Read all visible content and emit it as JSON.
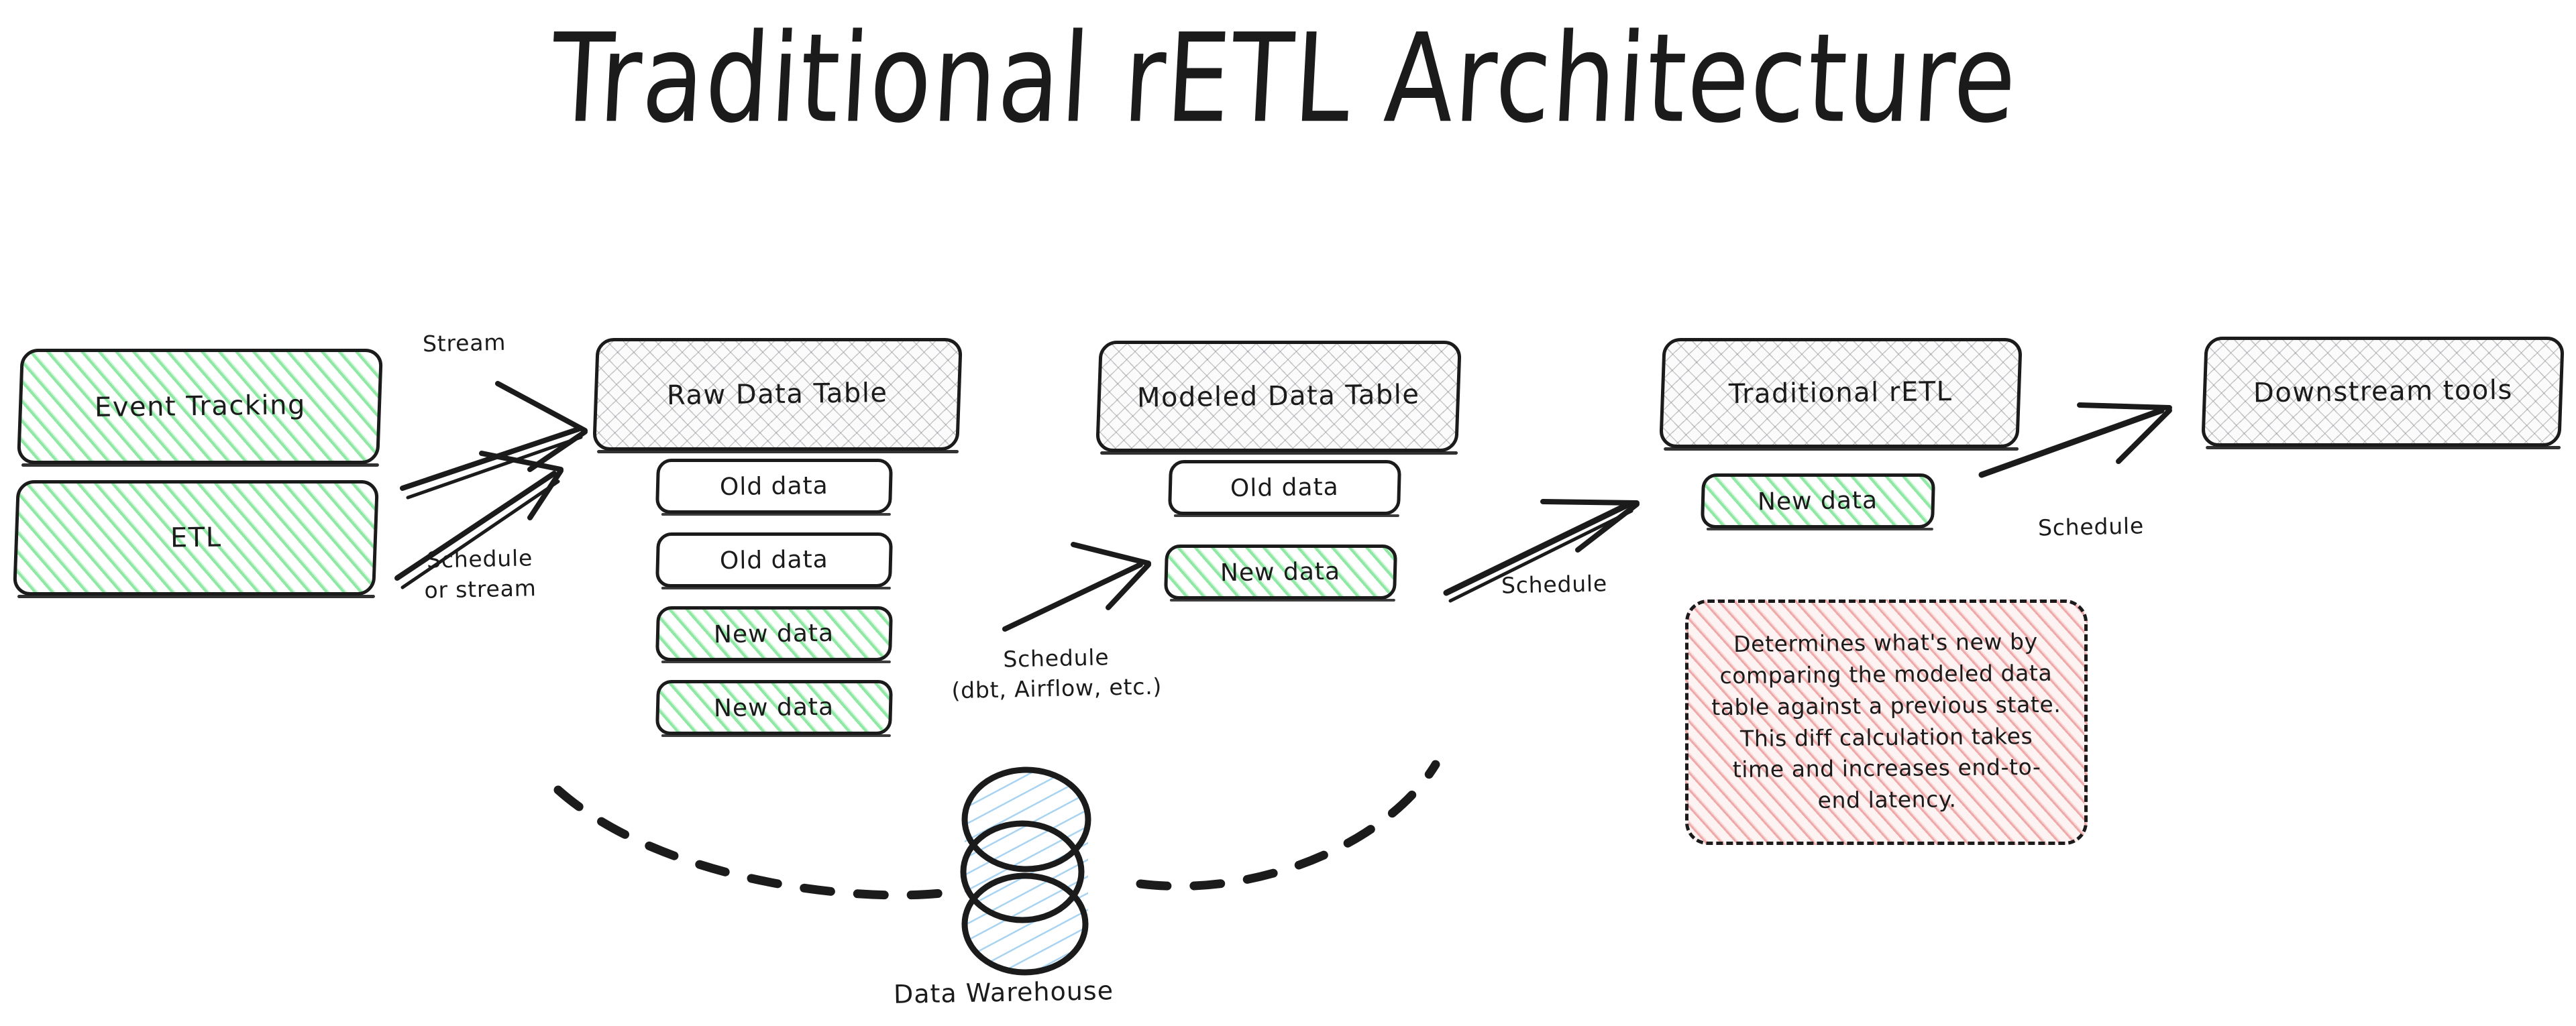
{
  "title": "Traditional rETL Architecture",
  "colors": {
    "ink": "#1b1b1b",
    "green_hatch": "#8fe8a4",
    "pink_hatch": "#efa9a9",
    "grid_hatch": "#78788a",
    "cylinder_blue": "#a8d4f2",
    "background": "#ffffff"
  },
  "sources": [
    {
      "label": "Event Tracking",
      "fill": "green"
    },
    {
      "label": "ETL",
      "fill": "green"
    }
  ],
  "columns": [
    {
      "header": "Raw Data Table",
      "header_fill": "grid",
      "rows": [
        {
          "label": "Old data",
          "fill": "plain"
        },
        {
          "label": "Old data",
          "fill": "plain"
        },
        {
          "label": "New data",
          "fill": "green"
        },
        {
          "label": "New data",
          "fill": "green"
        }
      ]
    },
    {
      "header": "Modeled Data Table",
      "header_fill": "grid",
      "rows": [
        {
          "label": "Old data",
          "fill": "plain"
        },
        {
          "label": "New data",
          "fill": "green"
        }
      ]
    },
    {
      "header": "Traditional rETL",
      "header_fill": "grid",
      "rows": [
        {
          "label": "New data",
          "fill": "green"
        }
      ]
    },
    {
      "header": "Downstream tools",
      "header_fill": "grid",
      "rows": []
    }
  ],
  "edge_labels": {
    "stream": "Stream",
    "schedule_or_stream": "Schedule\nor stream",
    "schedule_dbt": "Schedule\n(dbt, Airflow, etc.)",
    "schedule_mid": "Schedule",
    "schedule_right": "Schedule"
  },
  "note": {
    "text": "Determines what's new by comparing the modeled data table against a previous state. This diff calculation takes time and increases end-to-end latency.",
    "fill": "pink",
    "border": "dashed"
  },
  "warehouse": {
    "label": "Data Warehouse",
    "fill": "blue-hatch"
  }
}
